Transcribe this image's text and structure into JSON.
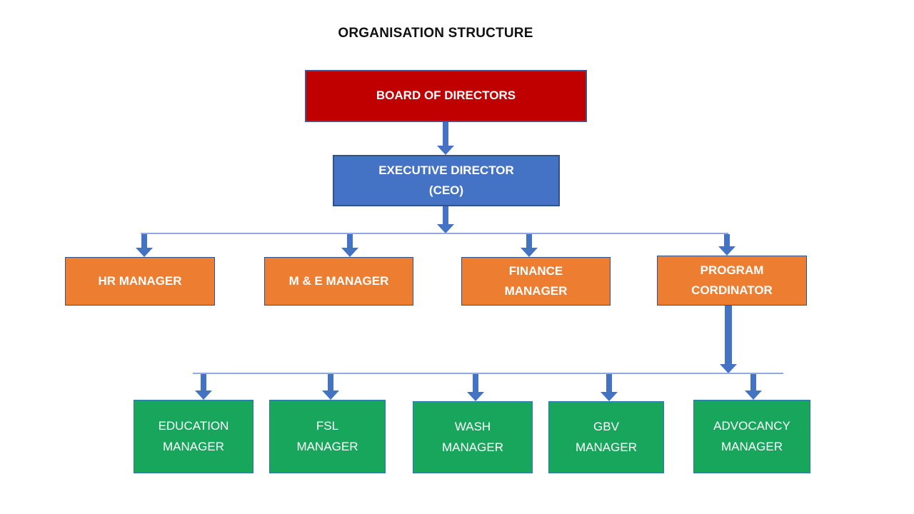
{
  "title": "ORGANISATION STRUCTURE",
  "colors": {
    "board_fill": "#C00000",
    "executive_fill": "#4472C4",
    "manager_fill": "#ED7D31",
    "program_team_fill": "#17A65C",
    "connector_arrow": "#4472C4",
    "connector_line": "#8FAADC",
    "node_text": "#FFFFFF",
    "title_text": "#111111"
  },
  "nodes": {
    "board": {
      "label": "BOARD OF DIRECTORS"
    },
    "executive": {
      "label": "EXECUTIVE DIRECTOR\n(CEO)"
    },
    "level2": [
      {
        "label": "HR MANAGER"
      },
      {
        "label": "M & E MANAGER"
      },
      {
        "label": "FINANCE\nMANAGER"
      },
      {
        "label": "PROGRAM\nCORDINATOR"
      }
    ],
    "level3": [
      {
        "label": "EDUCATION\nMANAGER"
      },
      {
        "label": "FSL\nMANAGER"
      },
      {
        "label": "WASH\nMANAGER"
      },
      {
        "label": "GBV\nMANAGER"
      },
      {
        "label": "ADVOCANCY\nMANAGER"
      }
    ]
  }
}
